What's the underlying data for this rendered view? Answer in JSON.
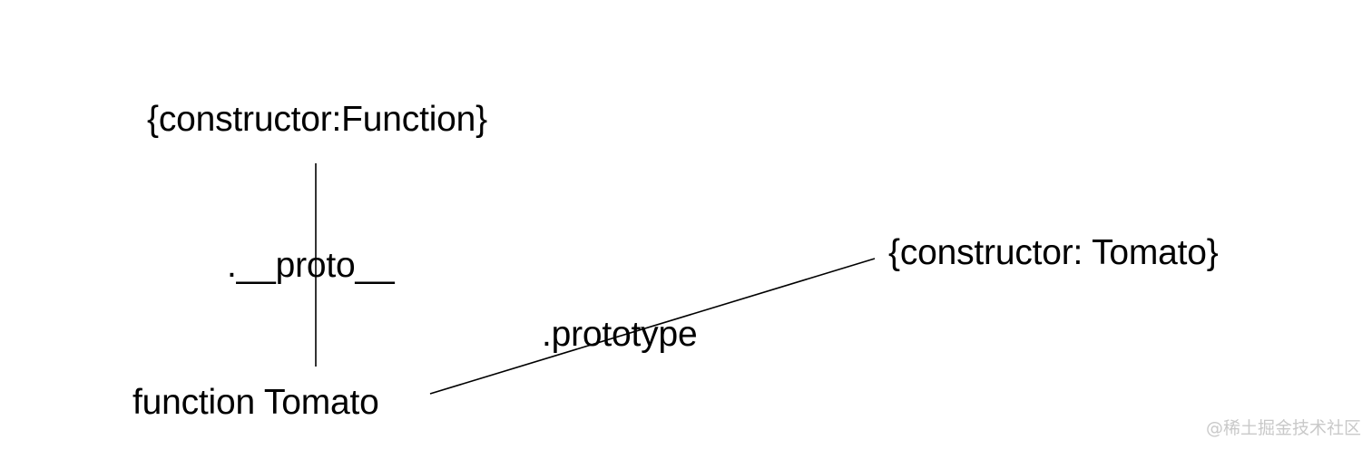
{
  "diagram": {
    "nodes": {
      "constructor_function": "{constructor:Function}",
      "constructor_tomato": "{constructor: Tomato}",
      "function_tomato": "function Tomato"
    },
    "edges": {
      "proto": ".__proto__",
      "prototype": ".prototype"
    }
  },
  "watermark": "@稀土掘金技术社区",
  "colors": {
    "ink": "#000000",
    "background": "#ffffff",
    "watermark": "#c9c9c9"
  }
}
